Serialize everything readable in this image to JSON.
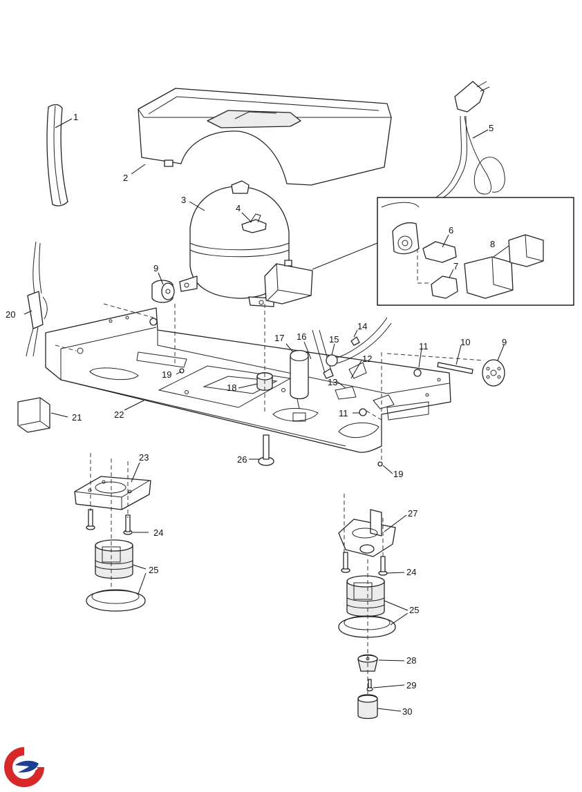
{
  "diagram": {
    "type": "exploded-parts-view",
    "callouts": {
      "c1": "1",
      "c2": "2",
      "c3": "3",
      "c4": "4",
      "c5": "5",
      "c6": "6",
      "c7": "7",
      "c8": "8",
      "c9a": "9",
      "c9b": "9",
      "c10": "10",
      "c11a": "11",
      "c11b": "11",
      "c12": "12",
      "c13": "13",
      "c14": "14",
      "c15": "15",
      "c16": "16",
      "c17": "17",
      "c18": "18",
      "c19a": "19",
      "c19b": "19",
      "c20": "20",
      "c21": "21",
      "c22": "22",
      "c23": "23",
      "c24a": "24",
      "c24b": "24",
      "c25a": "25",
      "c25b": "25",
      "c26": "26",
      "c27": "27",
      "c28": "28",
      "c29": "29",
      "c30": "30"
    }
  },
  "logo": {
    "icon": "brand-logo-icon",
    "colors": [
      "#d62828",
      "#1d3f8f"
    ]
  }
}
